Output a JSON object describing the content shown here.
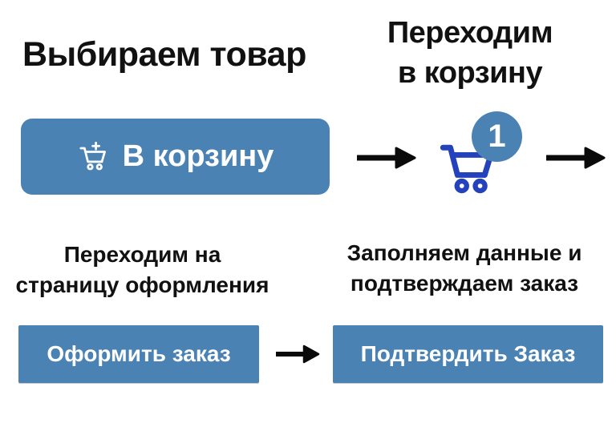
{
  "colors": {
    "accent_blue": "#4A82B4",
    "cart_blue": "#2442BC",
    "text_black": "#111111"
  },
  "step1": {
    "heading": "Выбираем товар",
    "button_label": "В корзину"
  },
  "step2": {
    "heading_line1": "Переходим",
    "heading_line2": "в корзину",
    "cart_badge_count": "1"
  },
  "step3": {
    "heading_line1": "Переходим на",
    "heading_line2": "страницу оформления",
    "button_label": "Оформить заказ"
  },
  "step4": {
    "heading_line1": "Заполняем данные и",
    "heading_line2": "подтверждаем заказ",
    "button_label": "Подтвердить Заказ"
  }
}
